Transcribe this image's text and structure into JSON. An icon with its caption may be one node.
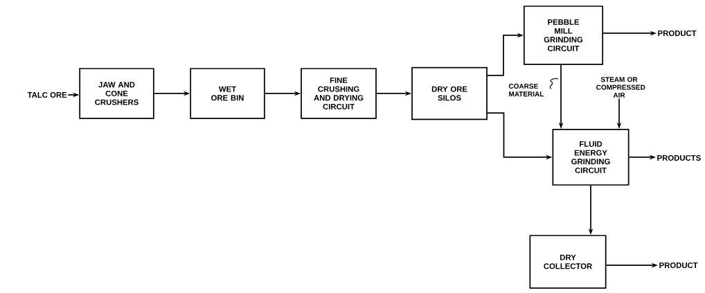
{
  "diagram": {
    "nodes": [
      {
        "text": [
          "TALC ORE"
        ]
      },
      {
        "text": [
          "JAW AND CONE CRUSHERS"
        ]
      },
      {
        "text": [
          "WET ORE BIN"
        ]
      },
      {
        "text": [
          "FINE CRUSHING AND DRYING CIRCUIT"
        ]
      },
      {
        "text": [
          "DRY ORE SILOS"
        ]
      },
      {
        "text": [
          "PEBBLE MILL GRINDING CIRCUIT"
        ]
      },
      {
        "text": [
          "PRODUCT"
        ]
      },
      {
        "text": [
          "STEAM OR COMPRESSED AIR"
        ]
      },
      {
        "text": [
          "FLUID ENERGY GRINDING CIRCUIT"
        ]
      },
      {
        "text": [
          "PRODUCTS"
        ]
      },
      {
        "text": [
          "DRY COLLECTOR"
        ]
      },
      {
        "text": [
          "PRODUCT"
        ]
      }
    ],
    "edges": [
      {
        "from": 0,
        "to": 1,
        "arrow": "to"
      },
      {
        "from": 1,
        "to": 2,
        "arrow": "to"
      },
      {
        "from": 2,
        "to": 3,
        "arrow": "to"
      },
      {
        "from": 3,
        "to": 4,
        "arrow": "to"
      },
      {
        "from": 4,
        "to": 5,
        "arrow": "to"
      },
      {
        "from": 4,
        "to": 8,
        "arrow": "to"
      },
      {
        "from": 5,
        "to": 8,
        "arrow": "to",
        "label": "COARSE MATERIAL"
      },
      {
        "from": 5,
        "to": 6,
        "arrow": "to"
      },
      {
        "from": 7,
        "to": 8,
        "arrow": "to"
      },
      {
        "from": 8,
        "to": 9,
        "arrow": "to"
      },
      {
        "from": 8,
        "to": 10,
        "arrow": "to"
      },
      {
        "from": 10,
        "to": 11,
        "arrow": "to"
      }
    ]
  }
}
